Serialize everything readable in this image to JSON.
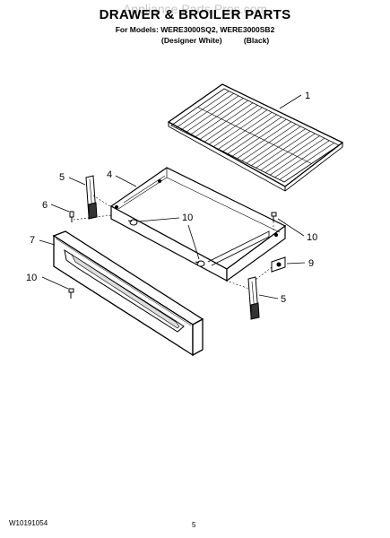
{
  "header": {
    "title": "DRAWER & BROILER PARTS",
    "watermark": "Appliance Parts Pros.com",
    "models_line": "For Models: WERE3000SQ2, WERE3000SB2",
    "variants": [
      "(Designer White)",
      "(Black)"
    ]
  },
  "callouts": {
    "c1": "1",
    "c4": "4",
    "c5a": "5",
    "c5b": "5",
    "c6": "6",
    "c7": "7",
    "c9": "9",
    "c10a": "10",
    "c10b": "10",
    "c10c": "10"
  },
  "footer": {
    "doc_number": "W10191054",
    "page": "5"
  }
}
